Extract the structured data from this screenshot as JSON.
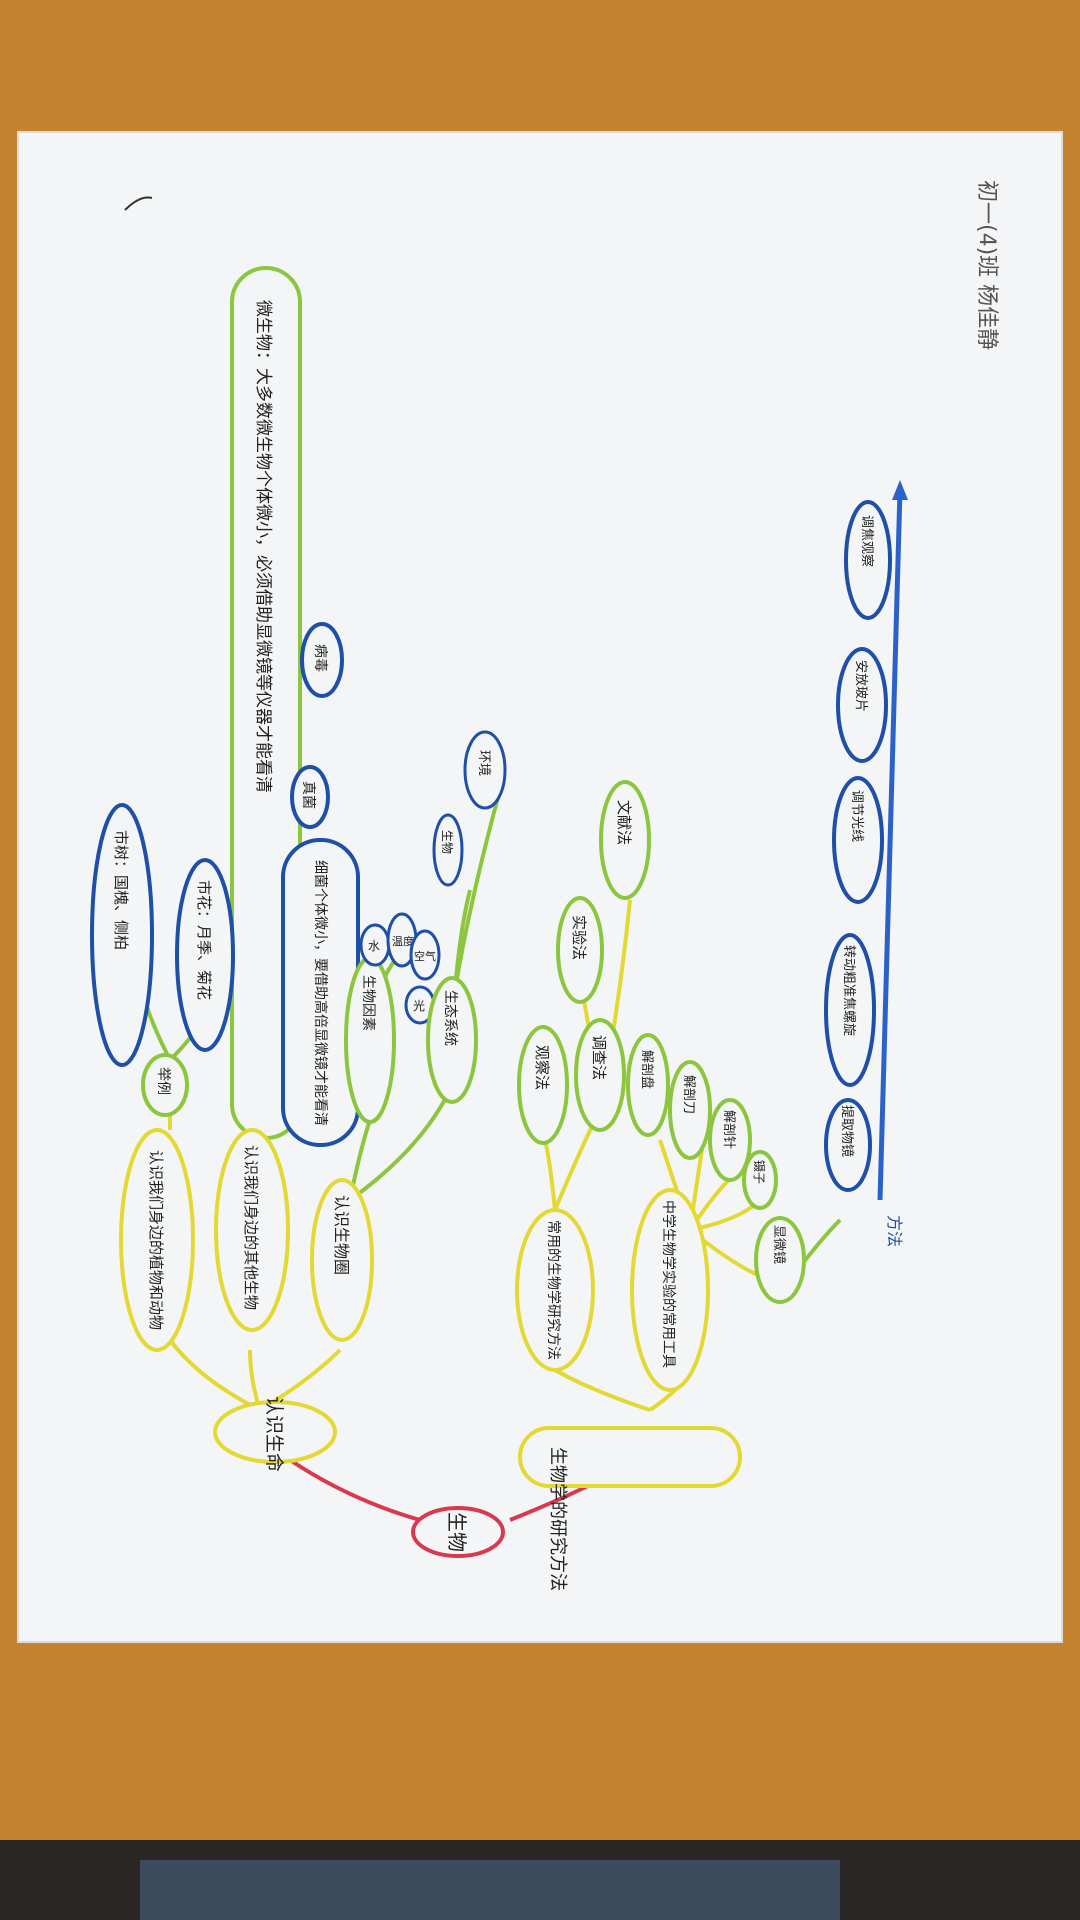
{
  "photo": {
    "subject": "hand-drawn mind map on paper",
    "colors": {
      "desk": "#c5832f",
      "paper": "#f4f5f6",
      "root": "#d9394e",
      "level1": "#e3d834",
      "level2": "#8cc63e",
      "level3": "#1f4fa8",
      "arrow": "#2a62c9"
    }
  },
  "header": {
    "class_name": "初一(4)班 杨佳静"
  },
  "root": {
    "label": "生物"
  },
  "branch_life": {
    "label": "认识生命",
    "children": [
      {
        "label": "认识我们身边的植物和动物"
      },
      {
        "label": "认识我们身边的其他生物"
      },
      {
        "label": "认识生物圈"
      }
    ],
    "examples": {
      "label": "举例",
      "city": "市花：月季、菊花",
      "tree": "市树：国槐、侧柏"
    },
    "microbes": {
      "label": "微生物：大多数微生物个体微小，必须借助显微镜等仪器才能看清",
      "detail": "细菌个体微小，要借助高倍显微镜才能看清",
      "fungi": "真菌",
      "virus": "病毒"
    },
    "biosphere": {
      "factors": "生物因素",
      "factor_items": [
        "水",
        "温度",
        "空气",
        "光"
      ],
      "ecosystem": "生态系统",
      "eco_items": [
        "生物",
        "环境"
      ]
    }
  },
  "branch_method": {
    "label": "生物学的研究方法",
    "sub_methods": {
      "label": "常用的生物学研究方法",
      "items": [
        "观察法",
        "调查法",
        "实验法",
        "文献法"
      ]
    },
    "tools": {
      "label": "中学生物学实验的常用工具",
      "items": [
        "解剖盘",
        "解剖刀",
        "解剖针",
        "镊子",
        "显微镜"
      ]
    }
  },
  "procedure": {
    "label": "方法",
    "steps": [
      "提取物镜",
      "转动粗准焦螺旋",
      "调节光线",
      "安放玻片",
      "调焦观察"
    ]
  }
}
